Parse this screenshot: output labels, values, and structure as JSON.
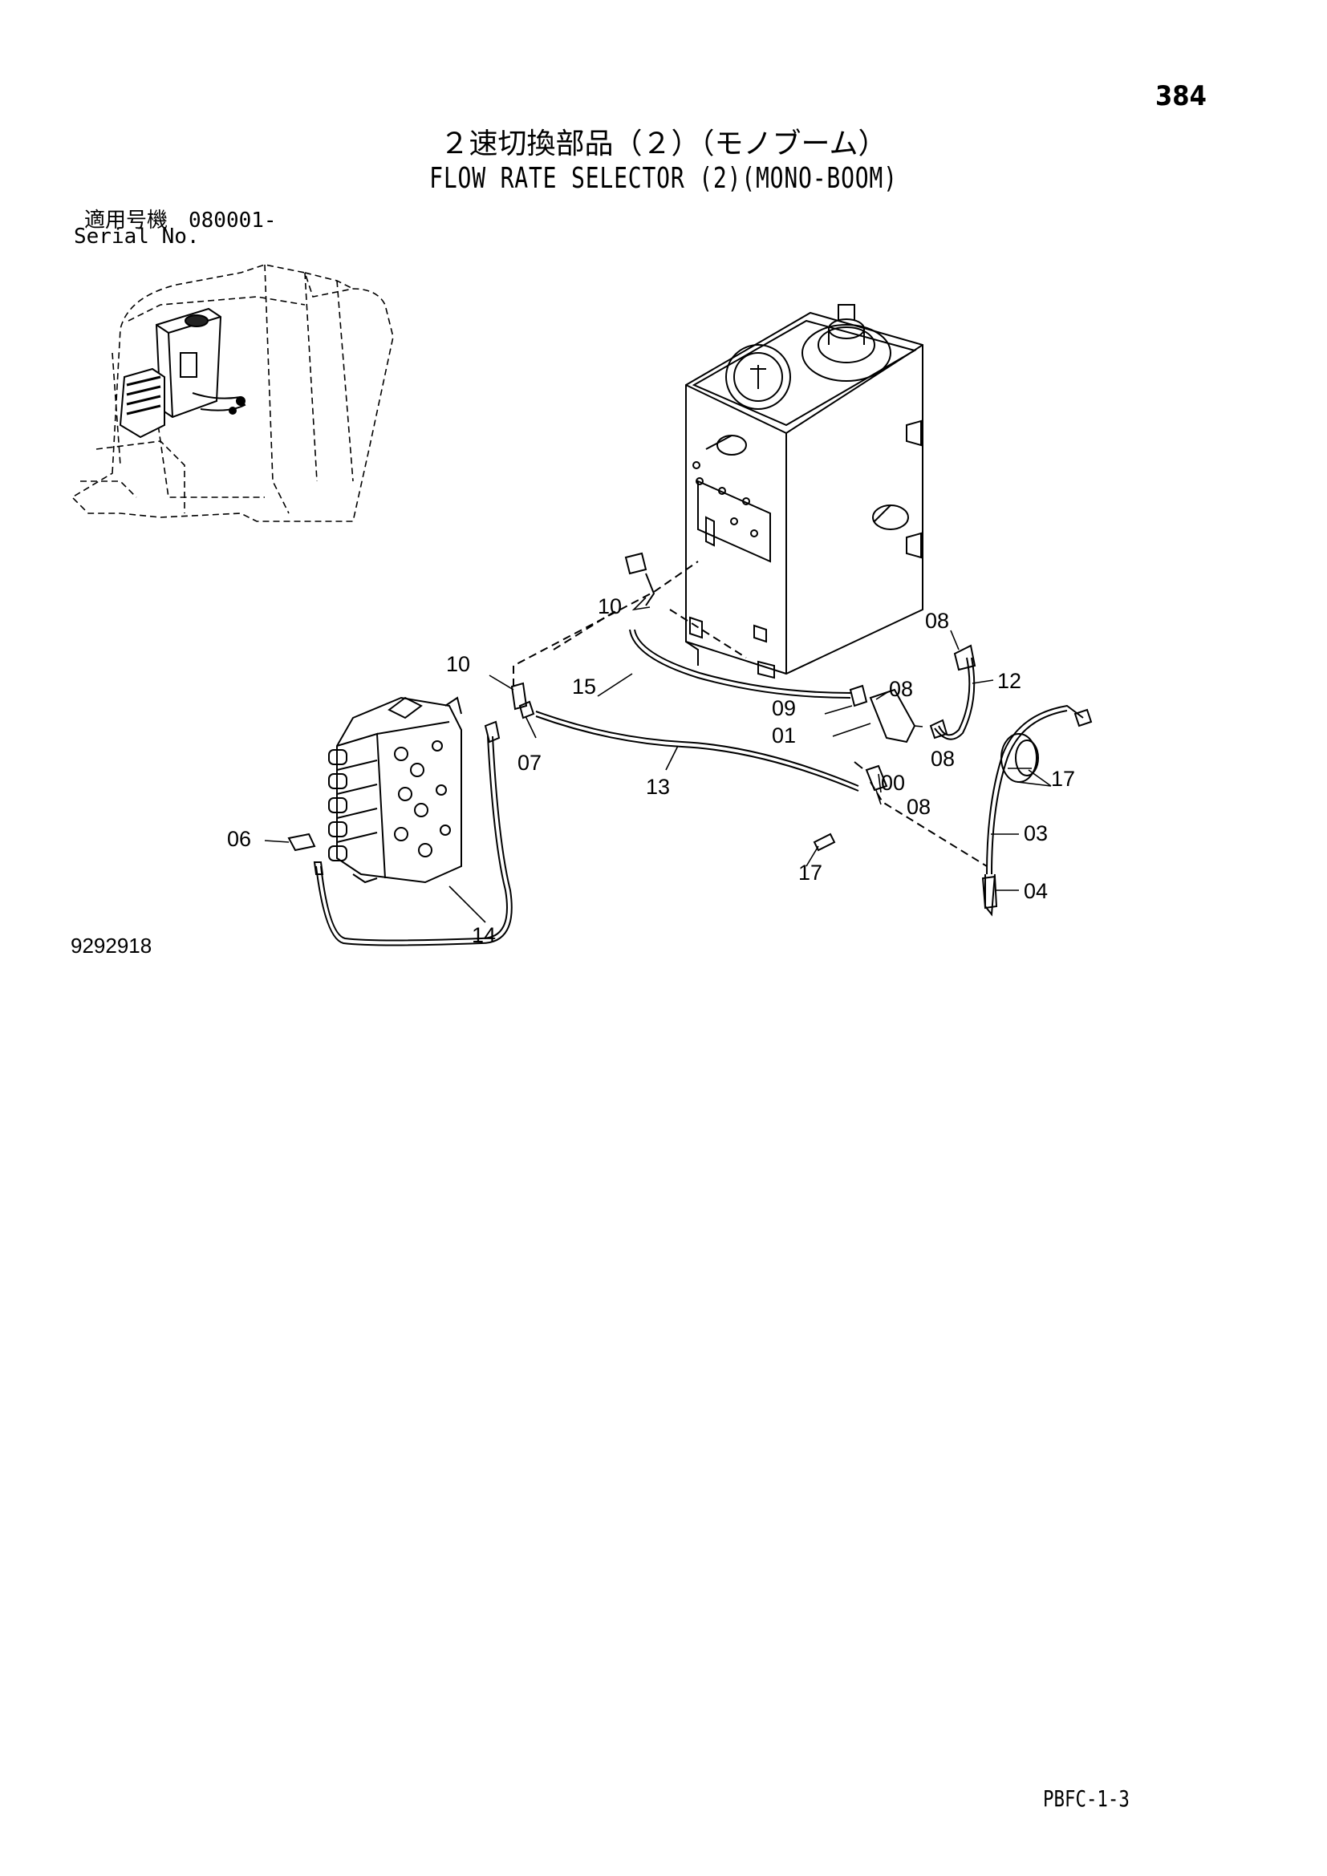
{
  "page_number": "384",
  "title_jp": "２速切換部品（２）（モノブーム）",
  "title_en": "FLOW RATE SELECTOR (2)(MONO-BOOM)",
  "serial": {
    "label_jp": "適用号機　080001-",
    "label_en": "Serial No."
  },
  "drawing_number": "9292918",
  "footer_code": "PBFC-1-3",
  "callouts": {
    "c10a": "10",
    "c10b": "10",
    "c15": "15",
    "c08a": "08",
    "c12": "12",
    "c08b": "08",
    "c09": "09",
    "c01": "01",
    "c08c": "08",
    "c07": "07",
    "c13": "13",
    "c00": "00",
    "c17a": "17",
    "c08d": "08",
    "c06": "06",
    "c03": "03",
    "c17b": "17",
    "c04": "04",
    "c14": "14"
  }
}
